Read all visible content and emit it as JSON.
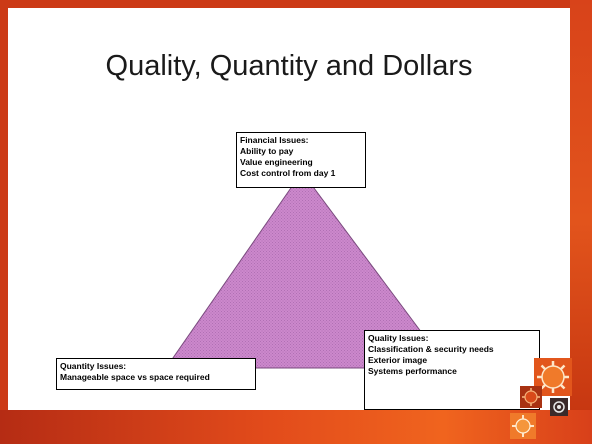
{
  "slide": {
    "title": "Quality, Quantity and Dollars"
  },
  "diagram": {
    "triangle_color": "#cc88cc",
    "financial": {
      "heading": "Financial Issues:",
      "items": [
        "Ability to pay",
        "Value engineering",
        "Cost control from day 1"
      ]
    },
    "quantity": {
      "heading": "Quantity Issues:",
      "items": [
        "Manageable space vs space required"
      ]
    },
    "quality": {
      "heading": "Quality Issues:",
      "items": [
        "Classification & security needs",
        "Exterior image",
        "Systems performance"
      ]
    }
  },
  "theme": {
    "accent": "#cc3a16",
    "accent_light": "#f0641e"
  },
  "decorations": {
    "icons": [
      "gear-icon",
      "gear-icon",
      "gear-icon",
      "gear-icon"
    ]
  }
}
